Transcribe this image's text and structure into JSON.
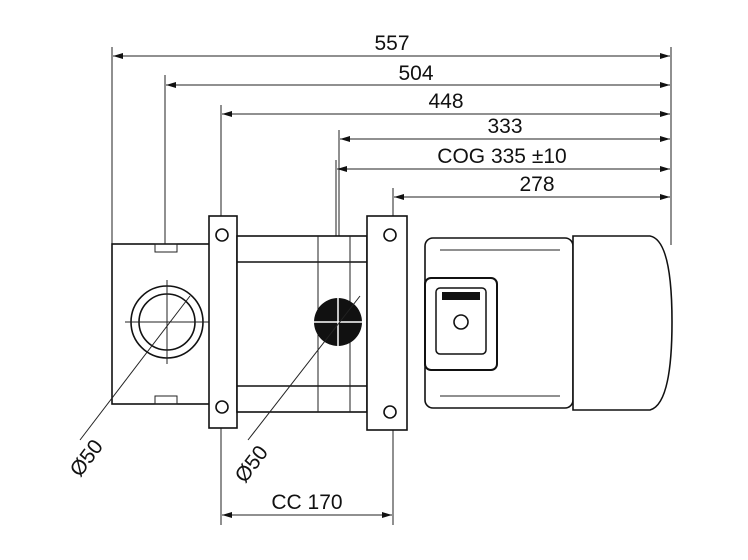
{
  "dimensions": {
    "overall": "557",
    "d504": "504",
    "d448": "448",
    "d333": "333",
    "cog": "COG 335 ±10",
    "d278": "278",
    "cc": "CC 170",
    "inlet_diameter": "Ø50",
    "outlet_diameter": "Ø50"
  }
}
